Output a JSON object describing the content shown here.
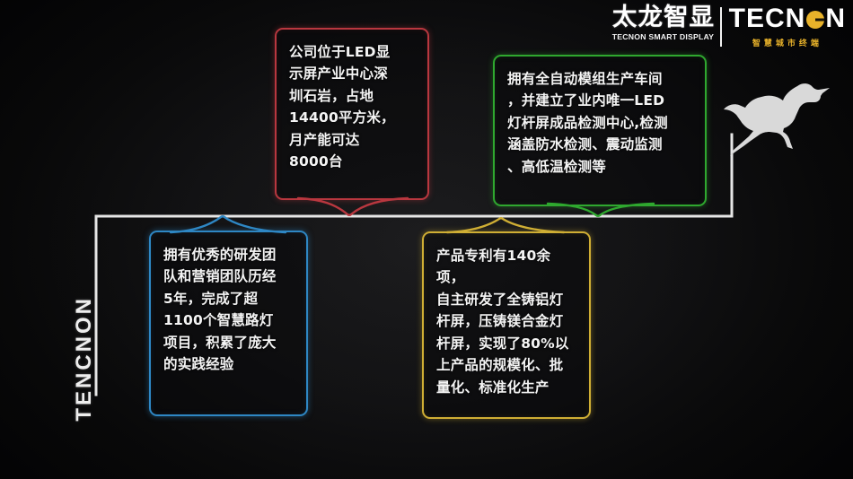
{
  "slide": {
    "background_color": "#101012",
    "vertical_brand": "TENCNON"
  },
  "logo": {
    "chinese_name": "太龙智显",
    "chinese_tagline": "TECNON SMART DISPLAY",
    "english_name_part1": "TECN",
    "english_name_part2": "N",
    "english_tagline": "智慧城市终端",
    "accent_color": "#e8b22a"
  },
  "decoration": {
    "ostrich_icon": "ostrich-silhouette",
    "spine_color": "#e6e6e6"
  },
  "callouts": [
    {
      "id": "red",
      "name": "location-and-capacity",
      "color": "#b9373f",
      "text": "公司位于LED显示屏产业中心深圳石岩，占地14400平方米，月产能可达8000台",
      "lines": [
        "公司位于LED显",
        "示屏产业中心深",
        "圳石岩，占地",
        "14400平方米，",
        "月产能可达",
        "8000台"
      ],
      "pointer": "down"
    },
    {
      "id": "green",
      "name": "production-and-testing",
      "color": "#2fa82f",
      "text": "拥有全自动模组生产车间，并建立了业内唯一LED灯杆屏成品检测中心,检测涵盖盖防水检测、震动监测、高低温检测等",
      "lines": [
        "拥有全自动模组生产车间",
        "，并建立了业内唯一LED",
        "灯杆屏成品检测中心,检测",
        "涵盖防水检测、震动监测",
        "、高低温检测等"
      ],
      "pointer": "down"
    },
    {
      "id": "blue",
      "name": "team-and-projects",
      "color": "#2e87c4",
      "text": "拥有优秀的研发团队和营销团队历经5年，完成了超1100个智慧路灯项目，积累了庞大的实践经验",
      "lines": [
        "拥有优秀的研发团",
        "队和营销团队历经",
        "5年，完成了超",
        "1100个智慧路灯",
        "项目，积累了庞大",
        "的实践经验"
      ],
      "pointer": "up"
    },
    {
      "id": "yellow",
      "name": "patents-and-manufacturing",
      "color": "#cfae34",
      "text": "产品专利有140余项，自主研发了全铸铝灯杆屏，压铸镁合金灯杆屏，实现了80%以上产品的规模化、批量化、标准化生产",
      "lines": [
        "产品专利有140余项，",
        "自主研发了全铸铝灯",
        "杆屏，压铸镁合金灯",
        "杆屏，实现了80%以",
        "上产品的规模化、批",
        "量化、标准化生产"
      ],
      "pointer": "up"
    }
  ]
}
